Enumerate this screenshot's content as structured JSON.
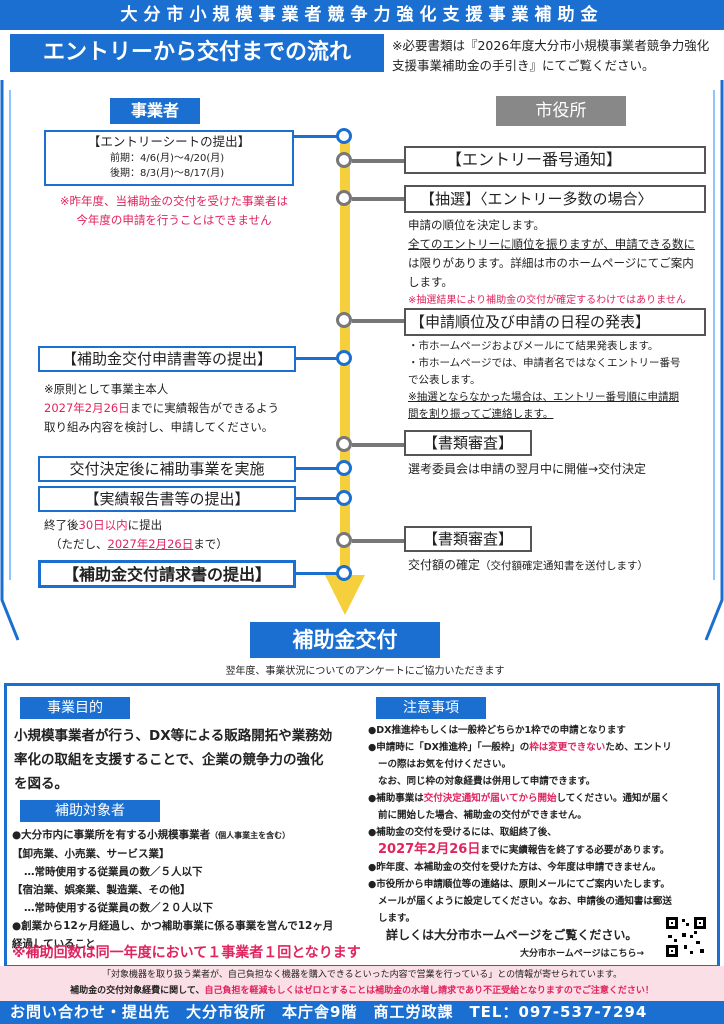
{
  "header": {
    "title": "大分市小規模事業者競争力強化支援事業補助金",
    "flow_title": "エントリーから交付までの流れ",
    "note": "※必要書類は『2026年度大分市小規模事業者競争力強化支援事業補助金の手引き』にてご覧ください。"
  },
  "flow": {
    "applicant_label": "事業者",
    "city_label": "市役所",
    "entry_sheet": {
      "title": "【エントリーシートの提出】",
      "period1": "前期：4/6(月)～4/20(月)",
      "period2": "後期：8/3(月)～8/17(月)"
    },
    "entry_warning1": "※昨年度、当補助金の交付を受けた事業者は",
    "entry_warning2": "今年度の申請を行うことはできません",
    "entry_number": "【エントリー番号通知】",
    "lottery_title": "【抽選】〈エントリー多数の場合〉",
    "lottery_l1": "申請の順位を決定します。",
    "lottery_l2": "全てのエントリーに順位を振りますが、申請できる数に",
    "lottery_l3": "は限りがあります。詳細は市のホームページにてご案内",
    "lottery_l4": "します。",
    "lottery_note": "※抽選結果により補助金の交付が確定するわけではありません",
    "order_title": "【申請順位及び申請の日程の発表】",
    "order_l1": "・市ホームページおよびメールにて結果発表します。",
    "order_l2": "・市ホームページでは、申請者名ではなくエントリー番号",
    "order_l3": "で公表します。",
    "order_l4": "※抽選とならなかった場合は、エントリー番号順に申請期",
    "order_l5": "間を割り振ってご連絡します。",
    "application_title": "【補助金交付申請書等の提出】",
    "application_l1": "※原則として事業主本人",
    "application_date": "2027年2月26日",
    "application_l2": "までに実績報告ができるよう",
    "application_l3": "取り組み内容を検討し、申請してください。",
    "review1_title": "【書類審査】",
    "review1_text": "選考委員会は申請の翌月中に開催→交付決定",
    "implement": "交付決定後に補助事業を実施",
    "report_title": "【実績報告書等の提出】",
    "report_l1a": "終了後",
    "report_days": "30日以内",
    "report_l1b": "に提出",
    "report_l2a": "（ただし、",
    "report_date": "2027年2月26日",
    "report_l2b": "まで）",
    "review2_title": "【書類審査】",
    "review2_text": "交付額の確定",
    "review2_small": "（交付額確定通知書を送付します）",
    "claim_title": "【補助金交付請求書の提出】",
    "award": "補助金交付",
    "survey": "翌年度、事業状況についてのアンケートにご協力いただきます"
  },
  "purpose": {
    "heading": "事業目的",
    "text1": "小規模事業者が行う、DX等による販路開拓や業務効",
    "text2": "率化の取組を支援することで、企業の競争力の強化",
    "text3": "を図る。"
  },
  "target": {
    "heading": "補助対象者",
    "l1a": "●大分市内に事業所を有する小規模事業者",
    "l1b": "（個人事業主を含む）",
    "l2": "【卸売業、小売業、サービス業】",
    "l3": "…常時使用する従業員の数／５人以下",
    "l4": "【宿泊業、娯楽業、製造業、その他】",
    "l5": "…常時使用する従業員の数／２０人以下",
    "l6": "●創業から12ヶ月経過し、かつ補助事業に係る事業を営んで12ヶ月",
    "l7": "経過していること",
    "l8": "※補助回数は同一年度において１事業者１回となります"
  },
  "notes": {
    "heading": "注意事項",
    "n1": "●DX推進枠もしくは一般枠どちらか1枠での申請となります",
    "n2a": "●申請時に「DX推進枠」「一般枠」の",
    "n2red": "枠は変更できない",
    "n2b": "ため、エントリ",
    "n2c": "ーの際はお気を付けください。",
    "n2d": "なお、同じ枠の対象経費は併用して申請できます。",
    "n3a": "●補助事業は",
    "n3red": "交付決定通知が届いてから開始",
    "n3b": "してください。通知が届く",
    "n3c": "前に開始した場合、補助金の交付ができません。",
    "n4": "●補助金の交付を受けるには、取組終了後、",
    "n4date": "2027年2月26日",
    "n4b": "までに実績報告を終了する必要があります。",
    "n5": "●昨年度、本補助金の交付を受けた方は、今年度は申請できません。",
    "n6": "●市役所から申請順位等の連絡は、原則メールにてご案内いたします。",
    "n6b": "メールが届くように設定してください。なお、申請後の通知書は郵送",
    "n6c": "します。",
    "homepage": "詳しくは大分市ホームページをご覧ください。",
    "homepage_small": "大分市ホームページはこちら→"
  },
  "footer": {
    "line1": "「対象機器を取り扱う業者が、自己負担なく機器を購入できるといった内容で営業を行っている」との情報が寄せられています。",
    "line2a": "補助金の交付対象経費に関して、",
    "line2b": "自己負担を軽減もしくはゼロとすることは補助金の水増し請求であり不正受給となりますのでご注意ください！",
    "contact": "お問い合わせ・提出先　大分市役所　本庁舎9階　商工労政課　TEL：097-537-7294"
  }
}
